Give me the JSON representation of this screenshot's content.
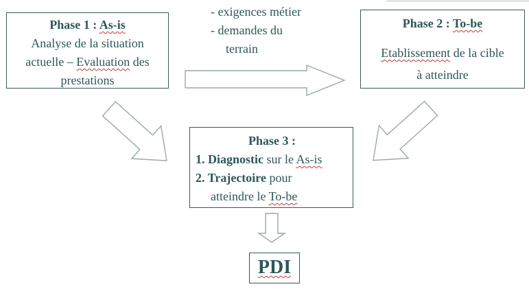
{
  "colors": {
    "text": "#2d5757",
    "border": "#3d5555",
    "arrow": "#9aa8a6",
    "squiggly": "#c03a30",
    "background": "#ffffff"
  },
  "annotations": {
    "line1": "- exigences métier",
    "line2": "- demandes du",
    "line3": "terrain"
  },
  "phase1": {
    "title_prefix": "Phase 1 : ",
    "title_flagged": "As-is",
    "body_line1": "Analyse de la situation",
    "body_line2_pre": "actuelle – ",
    "body_line2_flagged": "Evaluation",
    "body_line2_post": " des",
    "body_line3": "prestations"
  },
  "phase2": {
    "title_prefix": "Phase 2 : ",
    "title_flagged": "To-be",
    "body_line1_flagged": "Etablissement",
    "body_line1_post": " de la cible",
    "body_line2": "à atteindre"
  },
  "phase3": {
    "title": "Phase 3 :",
    "item1_bold": "1. Diagnostic",
    "item1_mid": " sur le ",
    "item1_flagged": "As-is",
    "item2_bold": "2. Trajectoire",
    "item2_post": " pour",
    "item2_cont_pre": "atteindre le ",
    "item2_cont_flagged": "To-be"
  },
  "pdi": {
    "label": "PDI"
  },
  "arrows": [
    {
      "name": "arrow-phase1-to-phase2",
      "direction": "right"
    },
    {
      "name": "arrow-phase1-to-phase3",
      "direction": "down-right"
    },
    {
      "name": "arrow-phase2-to-phase3",
      "direction": "down-left"
    },
    {
      "name": "arrow-phase3-to-pdi",
      "direction": "down"
    }
  ]
}
